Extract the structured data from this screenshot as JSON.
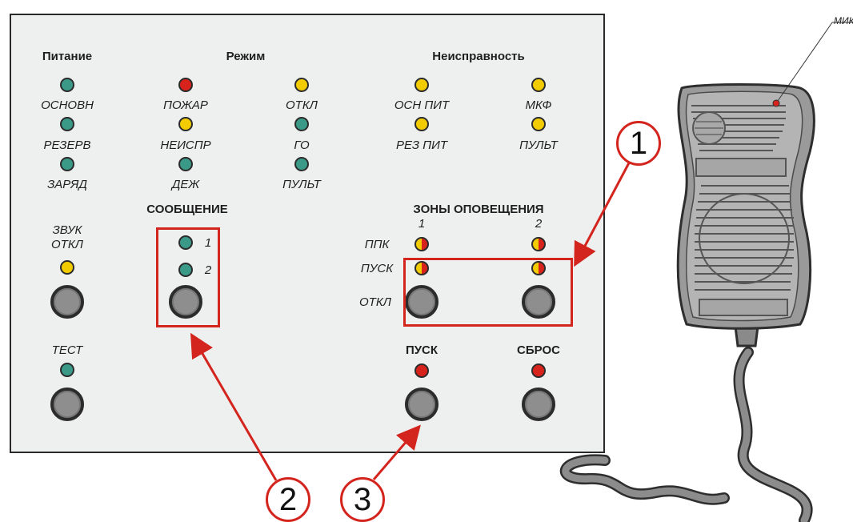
{
  "panel": {
    "headers": {
      "power": "Питание",
      "mode": "Режим",
      "fault": "Неисправность",
      "message": "СООБЩЕНИЕ",
      "zones": "ЗОНЫ ОПОВЕЩЕНИЯ",
      "start": "ПУСК",
      "reset": "СБРОС"
    },
    "power_leds": [
      "ОСНОВН",
      "РЕЗЕРВ",
      "ЗАРЯД"
    ],
    "mode_leds_col1": [
      "ПОЖАР",
      "НЕИСПР",
      "ДЕЖ"
    ],
    "mode_leds_col2": [
      "ОТКЛ",
      "ГО",
      "ПУЛЬТ"
    ],
    "fault_leds_col1": [
      "ОСН ПИТ",
      "РЕЗ ПИТ"
    ],
    "fault_leds_col2": [
      "МКФ",
      "ПУЛЬТ"
    ],
    "sound_off_line1": "ЗВУК",
    "sound_off_line2": "ОТКЛ",
    "test": "ТЕСТ",
    "message_numbers": [
      "1",
      "2"
    ],
    "zone_numbers": [
      "1",
      "2"
    ],
    "zone_rows": [
      "ППК",
      "ПУСК",
      "ОТКЛ"
    ],
    "led_colors": {
      "green": "#3a9a87",
      "yellow": "#f3cc00",
      "red": "#d8231d"
    }
  },
  "microphone": {
    "label": "МИК"
  },
  "callouts": [
    "1",
    "2",
    "3"
  ],
  "accent_color": "#d3241d"
}
